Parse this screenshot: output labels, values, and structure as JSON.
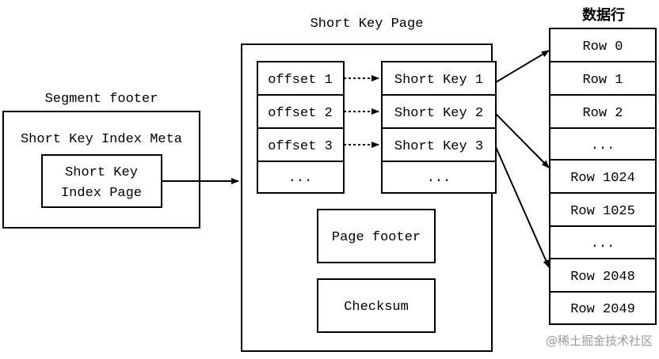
{
  "segment_footer": {
    "title": "Segment footer",
    "meta_label": "Short Key Index Meta",
    "index_page_line1": "Short Key",
    "index_page_line2": "Index Page"
  },
  "short_key_page": {
    "title": "Short Key Page",
    "offsets": [
      "offset 1",
      "offset 2",
      "offset 3",
      "..."
    ],
    "short_keys": [
      "Short Key 1",
      "Short Key 2",
      "Short Key 3",
      "..."
    ],
    "page_footer": "Page footer",
    "checksum": "Checksum"
  },
  "data_rows": {
    "title": "数据行",
    "rows": [
      "Row 0",
      "Row 1",
      "Row 2",
      "...",
      "Row 1024",
      "Row 1025",
      "...",
      "Row 2048",
      "Row 2049"
    ]
  },
  "watermark": "@稀土掘金技术社区"
}
